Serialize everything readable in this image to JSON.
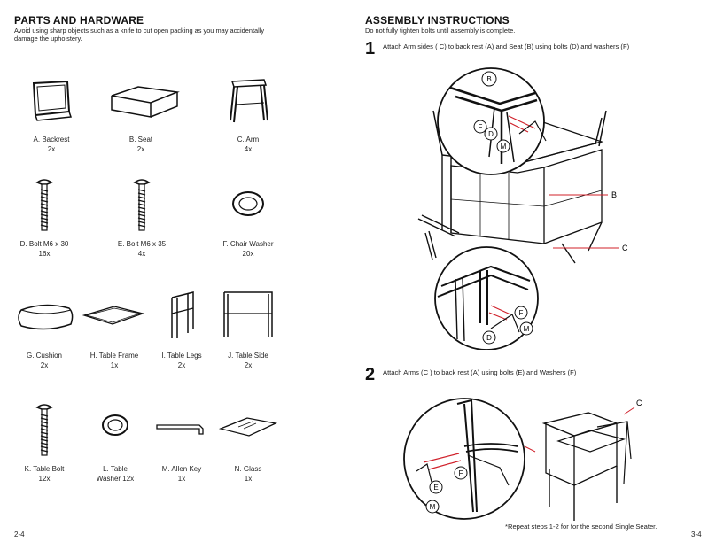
{
  "left": {
    "title": "PARTS AND HARDWARE",
    "subtitle_line1": "Avoid using sharp objects such as a knife to cut open packing as you may accidentally",
    "subtitle_line2": "damage the upholstery.",
    "parts": [
      {
        "name": "A. Backrest",
        "qty": "2x"
      },
      {
        "name": "B. Seat",
        "qty": "2x"
      },
      {
        "name": "C. Arm",
        "qty": "4x"
      },
      {
        "name": "D. Bolt M6 x 30",
        "qty": "16x"
      },
      {
        "name": "E. Bolt M6 x 35",
        "qty": "4x"
      },
      {
        "name": "F. Chair Washer",
        "qty": "20x"
      },
      {
        "name": "G. Cushion",
        "qty": "2x"
      },
      {
        "name": "H. Table Frame",
        "qty": "1x"
      },
      {
        "name": "I. Table Legs",
        "qty": "2x"
      },
      {
        "name": "J. Table Side",
        "qty": "2x"
      },
      {
        "name": "K. Table Bolt",
        "qty": "12x"
      },
      {
        "name": "L. Table",
        "qty": "Washer 12x"
      },
      {
        "name": "M. Allen Key",
        "qty": "1x"
      },
      {
        "name": "N. Glass",
        "qty": "1x"
      }
    ],
    "page_number": "2-4"
  },
  "right": {
    "title": "ASSEMBLY INSTRUCTIONS",
    "subtitle": "Do not fully tighten bolts until assembly is complete.",
    "steps": [
      {
        "number": "1",
        "text": "Attach Arm sides ( C) to back rest (A) and Seat (B) using bolts (D) and washers (F)"
      },
      {
        "number": "2",
        "text": "Attach Arms (C ) to back rest (A) using bolts (E) and Washers (F)"
      }
    ],
    "callouts": {
      "b": "B",
      "c": "C",
      "d": "D",
      "f": "F",
      "m": "M",
      "e": "E"
    },
    "note": "*Repeat steps 1-2 for  for the second Single Seater.",
    "page_number": "3-4"
  },
  "colors": {
    "text": "#111111",
    "accent_red": "#d0202a"
  },
  "icons": [
    "backrest-icon",
    "seat-icon",
    "arm-icon",
    "bolt-icon",
    "washer-icon",
    "cushion-icon",
    "table-frame-icon",
    "table-legs-icon",
    "table-side-icon",
    "allen-key-icon",
    "glass-icon"
  ]
}
